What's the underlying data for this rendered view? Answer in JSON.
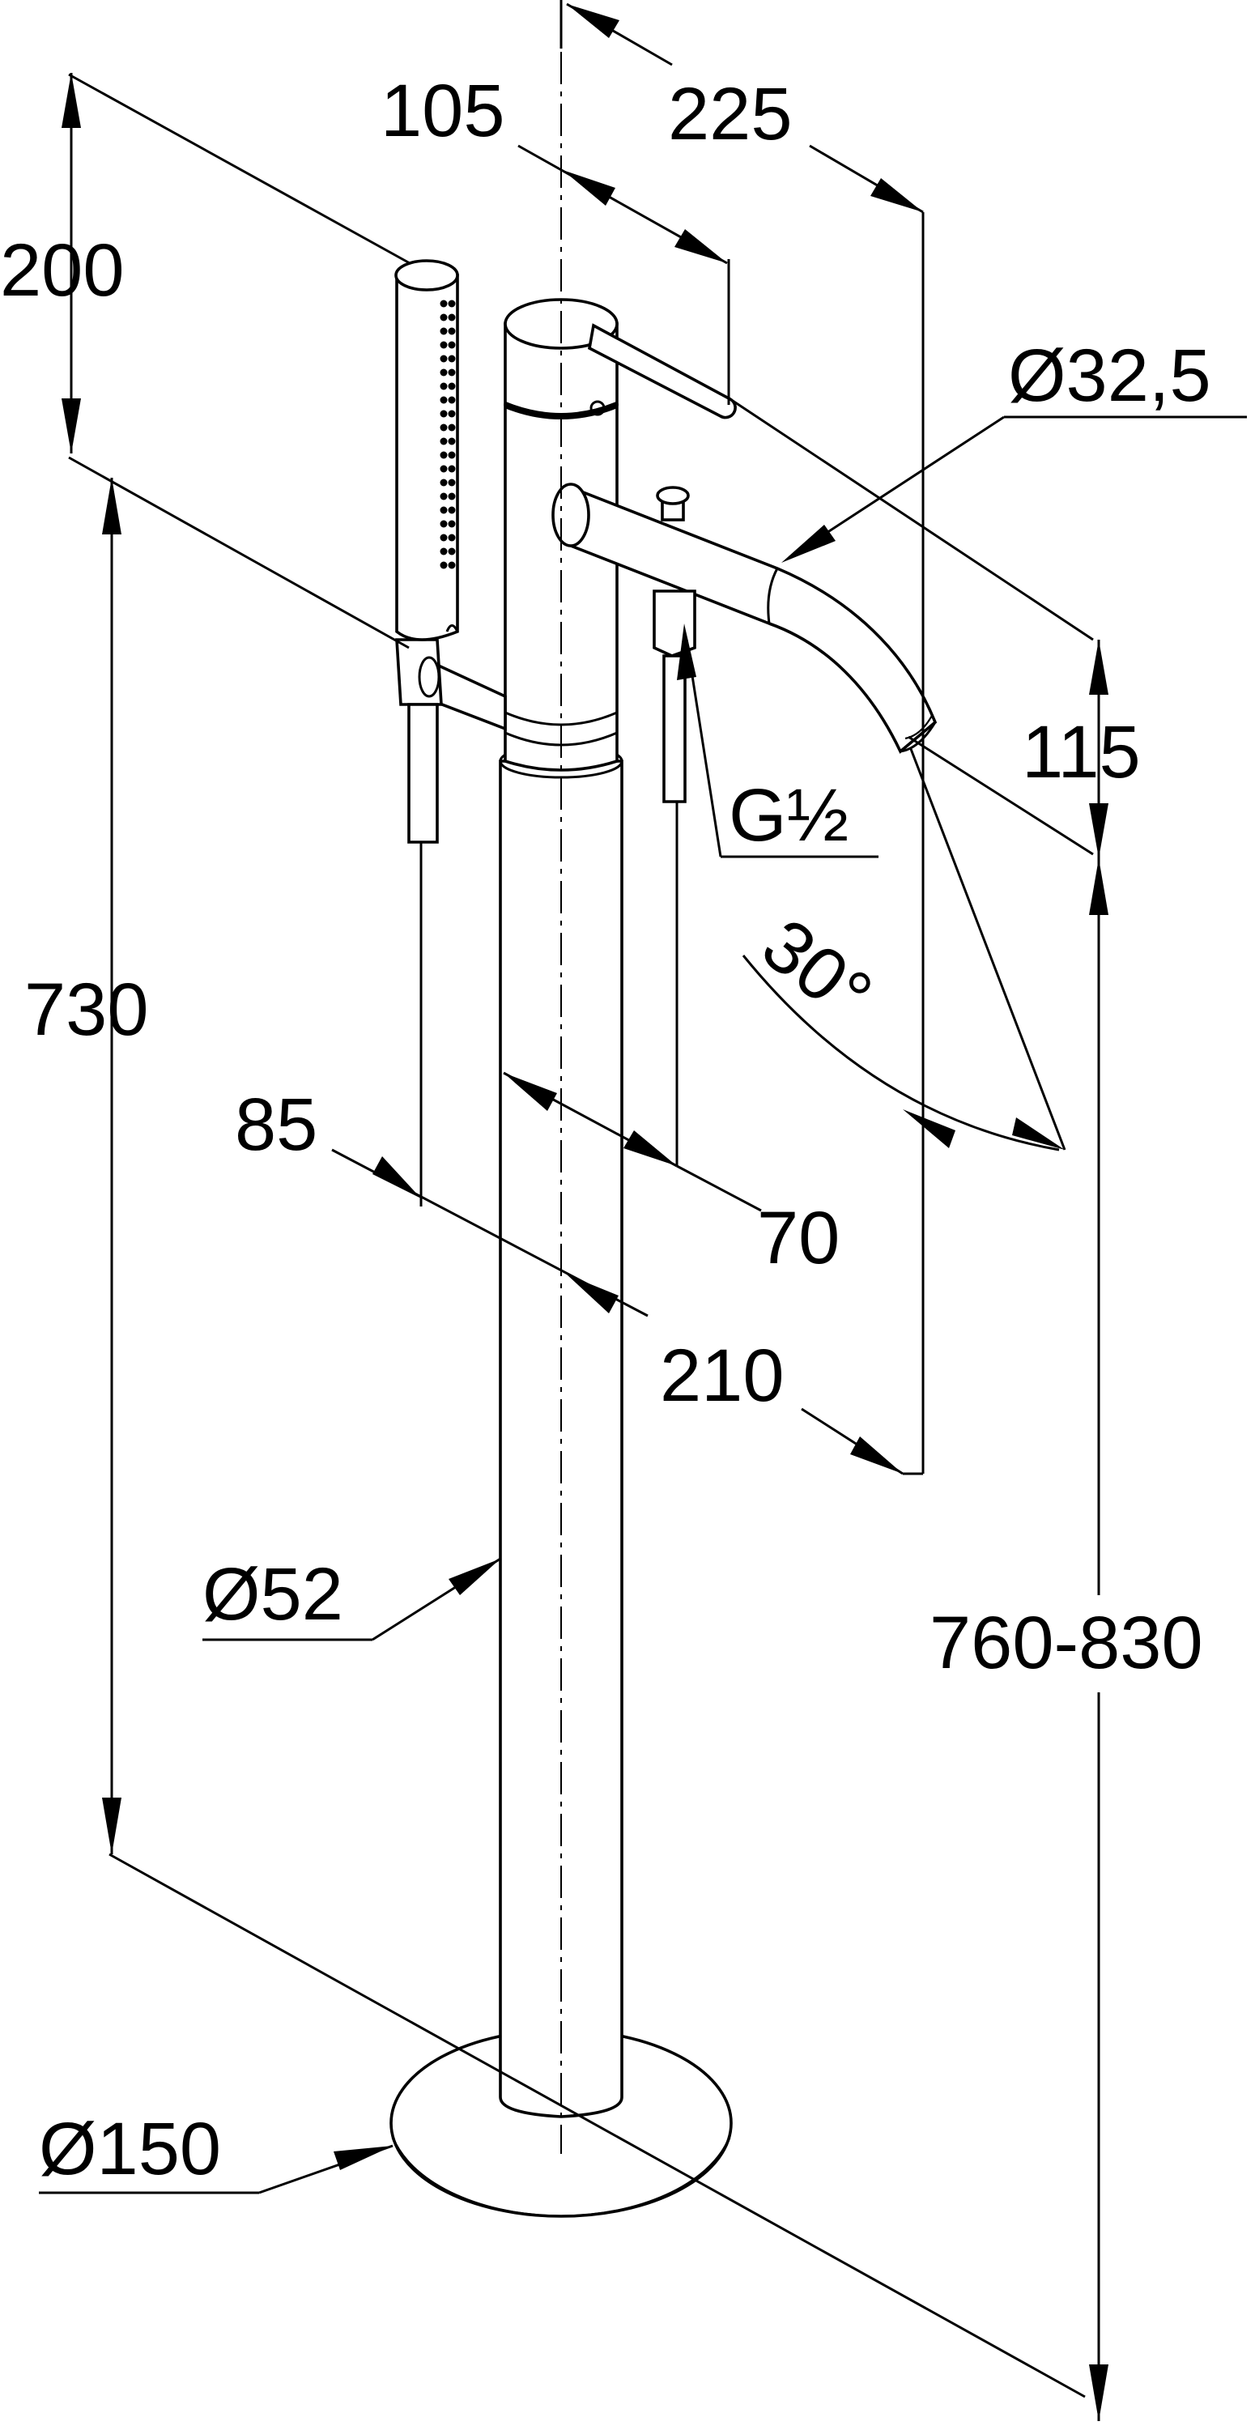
{
  "drawing": {
    "product": "freestanding bath mixer with hand shower",
    "line_color": "#000000",
    "background": "#ffffff"
  },
  "dimensions": {
    "handshower_height": "200",
    "spout_offset": "105",
    "spout_reach_top": "225",
    "spout_diameter": "Ø32,5",
    "spout_drop": "115",
    "thread": "G½",
    "spout_angle": "30°",
    "column_height": "730",
    "handshower_offset": "85",
    "lever_offset": "70",
    "spout_reach": "210",
    "column_diameter": "Ø52",
    "total_height": "760-830",
    "base_diameter": "Ø150"
  }
}
